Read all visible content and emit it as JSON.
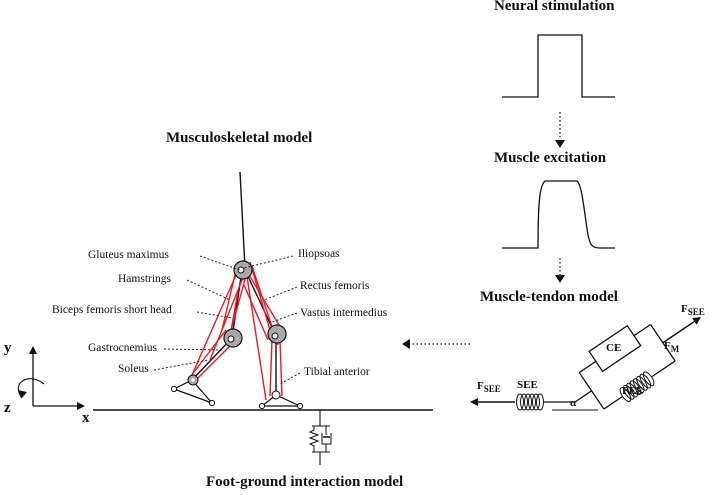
{
  "titles": {
    "neural": "Neural stimulation",
    "excitation": "Muscle excitation",
    "tendon_model": "Muscle-tendon model",
    "musculoskeletal": "Musculoskeletal model",
    "foot_ground": "Foot-ground interaction model"
  },
  "muscles_left": [
    "Gluteus maximus",
    "Hamstrings",
    "Biceps femoris short head",
    "Gastrocnemius",
    "Soleus"
  ],
  "muscles_right": [
    "Iliopsoas",
    "Rectus femoris",
    "Vastus intermedius",
    "Tibial anterior"
  ],
  "axes": {
    "y": "y",
    "x": "x",
    "z": "z"
  },
  "tendon_labels": {
    "f_see_left_main": "F",
    "f_see_left_sub": "SEE",
    "f_see_right_main": "F",
    "f_see_right_sub": "SEE",
    "f_m_main": "F",
    "f_m_sub": "M",
    "see": "SEE",
    "ce": "CE",
    "pee": "PEE",
    "alpha": "α"
  }
}
